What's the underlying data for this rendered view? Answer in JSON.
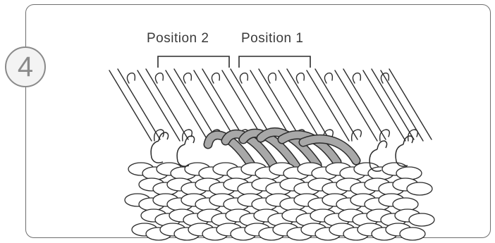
{
  "step": {
    "number": "4"
  },
  "labels": {
    "position_2": "Position 2",
    "position_1": "Position 1"
  },
  "colors": {
    "line": "#2b2b2b",
    "border": "#6e6e6e",
    "badge": "#8a8a8a",
    "stitch_shaded": "#a8a8a8"
  }
}
